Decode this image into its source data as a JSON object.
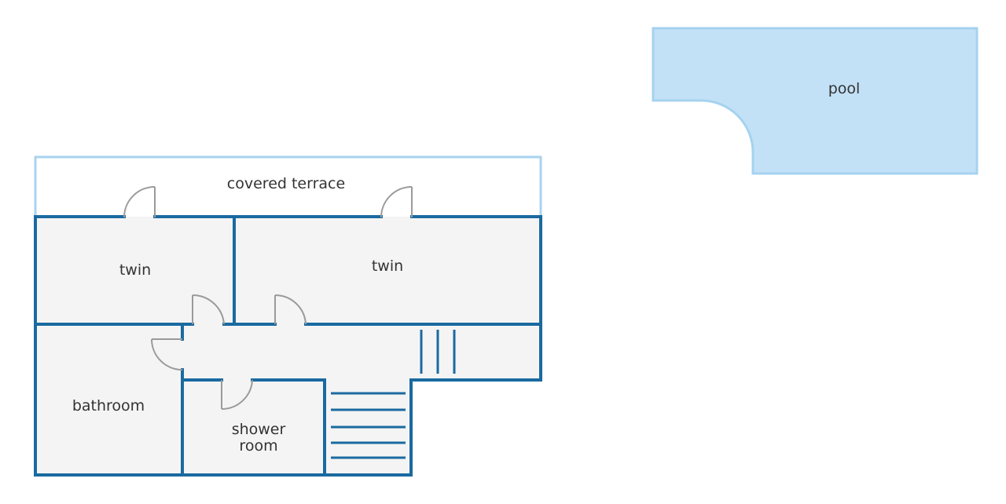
{
  "labels": {
    "pool": "pool",
    "covered_terrace": "covered terrace",
    "twin_left": "twin",
    "twin_right": "twin",
    "bathroom": "bathroom",
    "shower_room_line1": "shower",
    "shower_room_line2": "room"
  },
  "colors": {
    "wall": "#1a6aa0",
    "terrace_outline": "#a9d3ef",
    "pool_fill": "#c3e1f6",
    "pool_outline": "#a5d2f0",
    "floor": "#f4f4f4",
    "door": "#9a9a9a",
    "text": "#333333",
    "background": "#ffffff"
  }
}
